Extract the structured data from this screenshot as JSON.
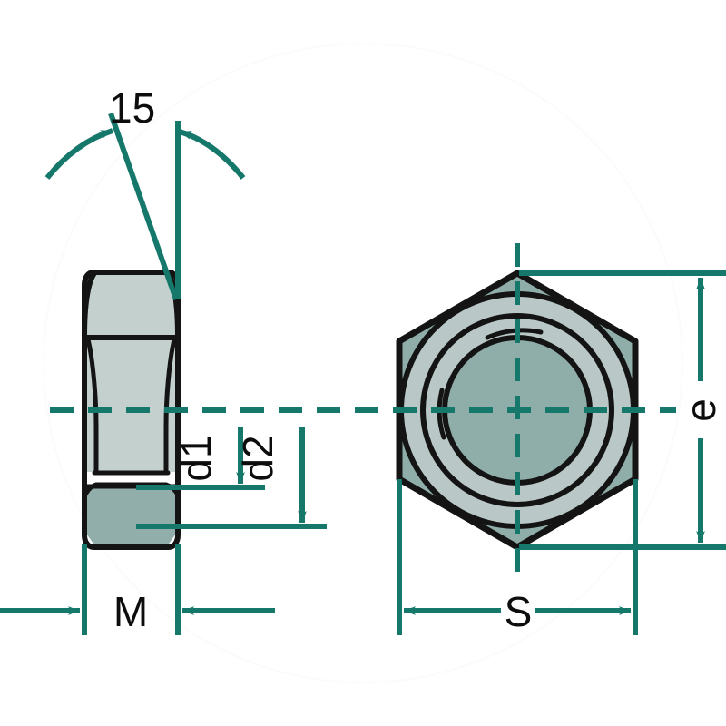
{
  "drawing": {
    "title": "Hexagon Nut Technical Drawing",
    "background_color": "#ffffff",
    "line_color": "#15786a",
    "outline_color": "#141414",
    "fill_body": "#c4d0ce",
    "fill_flange": "#92aeaa",
    "fill_hex_corner": "#8fada9",
    "fill_hex_face": "#b9c8c6",
    "fill_bore": "#8fada9"
  },
  "views": {
    "side_view": {
      "name": "nut-side-view",
      "description": "Hexagon nut side elevation with chamfers"
    },
    "front_view": {
      "name": "nut-front-view",
      "description": "Hexagon nut front view showing hexagon flats, chamfer circle and threaded bore"
    }
  },
  "dimensions": {
    "angle": {
      "label": "15",
      "name": "angle-dimension",
      "unit": "degrees"
    },
    "d1": {
      "label": "d1",
      "name": "d1-dimension"
    },
    "d2": {
      "label": "d2",
      "name": "d2-dimension"
    },
    "m": {
      "label": "M",
      "name": "m-dimension"
    },
    "s": {
      "label": "S",
      "name": "s-dimension"
    },
    "e": {
      "label": "e",
      "name": "e-dimension"
    }
  }
}
